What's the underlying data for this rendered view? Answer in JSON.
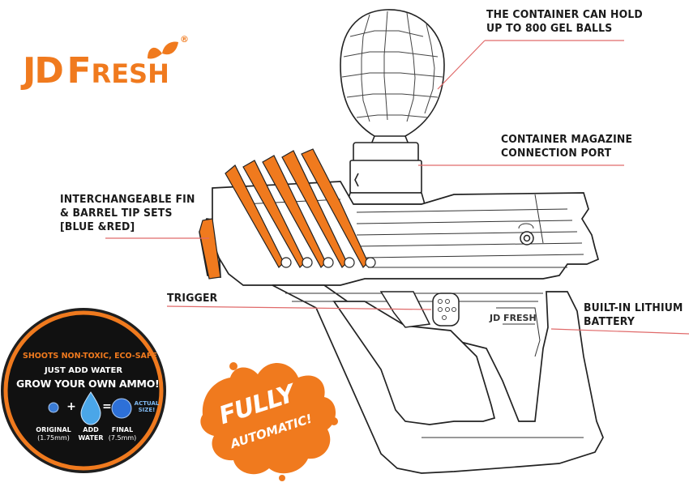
{
  "brand": {
    "logo_jd": "JD",
    "logo_fresh_f": "F",
    "logo_fresh_rest": "RESH",
    "registered": "®",
    "small_logo": "JD FRESH",
    "orange": "#f07a1e"
  },
  "callouts": {
    "container_line1": "THE CONTAINER CAN HOLD",
    "container_line2": "UP TO 800 GEL BALLS",
    "port_line1": "CONTAINER MAGAZINE",
    "port_line2": "CONNECTION PORT",
    "fin_line1": "INTERCHANGEABLE FIN",
    "fin_line2": "& BARREL TIP SETS",
    "fin_line3": "[BLUE &RED]",
    "trigger": "TRIGGER",
    "battery_line1": "BUILT-IN LITHIUM",
    "battery_line2": "BATTERY"
  },
  "badge": {
    "eco": "SHOOTS NON-TOXIC, ECO-SAFE",
    "add_water": "JUST ADD WATER",
    "grow": "GROW YOUR OWN AMMO!",
    "actual": "ACTUAL",
    "size": "SIZE!",
    "original": "ORIGINAL",
    "original_size": "(1.75mm)",
    "add": "ADD",
    "water": "WATER",
    "final": "FINAL",
    "final_size": "(7.5mm)",
    "plus": "+",
    "equals": "="
  },
  "splash": {
    "line1": "FULLY",
    "line2": "AUTOMATIC!"
  }
}
